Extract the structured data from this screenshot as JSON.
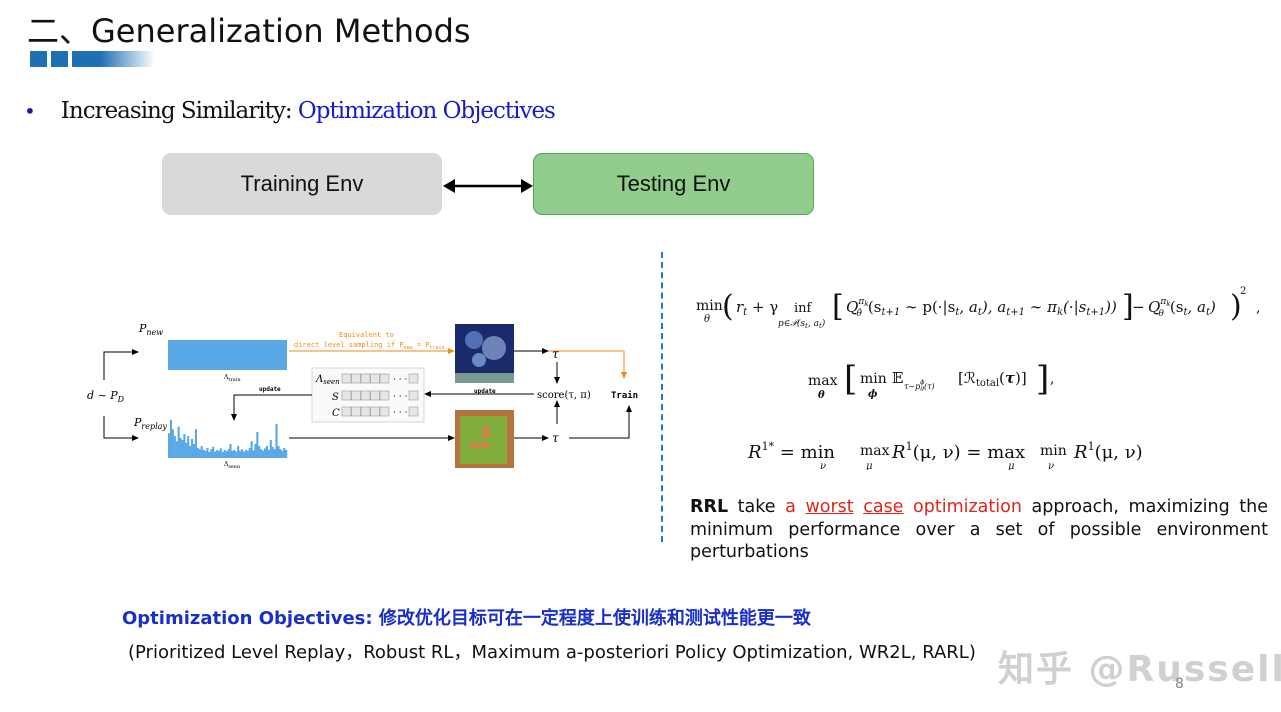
{
  "slide": {
    "title": "二、Generalization Methods",
    "bullet": {
      "symbol": "•",
      "prefix": "Increasing Similarity: ",
      "highlight": "Optimization Objectives"
    },
    "training_env": "Training Env",
    "testing_env": "Testing Env",
    "rrl": {
      "lead": "RRL",
      "part1": " take ",
      "red1": "a ",
      "red_u1": "worst",
      "red_sp": " ",
      "red_u2": "case",
      "red2": " optimization",
      "part2": " approach, maximizing the minimum performance over a set of possible environment perturbations"
    },
    "objectives_line": "Optimization Objectives: 修改优化目标可在一定程度上使训练和测试性能更一致",
    "methods_line": "(Prioritized Level Replay，Robust RL，Maximum a-posteriori Policy Optimization, WR2L, RARL)",
    "watermark": "知乎 @Russell",
    "page_number": "8",
    "colors": {
      "title_bar": "#1f6fb5",
      "highlight_blue": "#1a1ac8",
      "testing_env_green": "#92cd8d",
      "training_env_gray": "#d9d9d9",
      "worst_case_red": "#e0261a",
      "divider_blue": "#1f78c8",
      "bar_blue": "#5aa9e6",
      "update_orange": "#f08a1e"
    }
  },
  "diagram": {
    "p_new": "P",
    "p_new_sub": "new",
    "p_replay": "P",
    "p_replay_sub": "replay",
    "d_label": "d ∼ P",
    "d_sub": "D",
    "lambda_train": "Λ",
    "lambda_train_sub": "train",
    "lambda_seen": "Λ",
    "lambda_seen_sub": "seen",
    "lambda_seen_bottom_sub": "seen",
    "row_s": "S",
    "row_c": "C",
    "dots": "· · ·",
    "equiv_line1": "Equivalent to",
    "equiv_line2": "direct level sampling if P",
    "equiv_sub_new": "new",
    "equiv_eq": " = P",
    "equiv_sub_train": "train",
    "update_top": "update",
    "update_left": "update",
    "tau": "τ",
    "score": "score(τ, π)",
    "train": "Train",
    "replay_bars": [
      0.62,
      0.95,
      0.72,
      0.55,
      0.42,
      0.78,
      0.5,
      0.45,
      0.6,
      0.38,
      0.55,
      0.3,
      0.48,
      0.35,
      0.72,
      0.25,
      0.22,
      0.3,
      0.2,
      0.18,
      0.25,
      0.15,
      0.22,
      0.28,
      0.16,
      0.2,
      0.18,
      0.24,
      0.15,
      0.2,
      0.17,
      0.22,
      0.35,
      0.18,
      0.2,
      0.16,
      0.3,
      0.18,
      0.22,
      0.16,
      0.2,
      0.18,
      0.25,
      0.42,
      0.19,
      0.35,
      0.65,
      0.3,
      0.22,
      0.18,
      0.24,
      0.3,
      0.2,
      0.45,
      0.28,
      0.22,
      0.85,
      0.3,
      0.22,
      0.18,
      0.25,
      0.2
    ]
  }
}
